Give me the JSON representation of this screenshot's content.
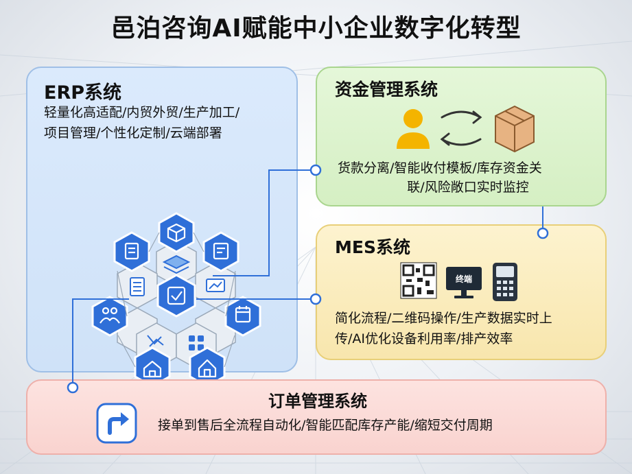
{
  "title": "邑泊咨询AI赋能中小企业数字化转型",
  "erp": {
    "title": "ERP系统",
    "desc_line1": "轻量化高适配/内贸外贸/生产加工/",
    "desc_line2": "项目管理/个性化定制/云端部署"
  },
  "fund": {
    "title": "资金管理系统",
    "desc_line1": "货款分离/智能收付模板/库存资金关",
    "desc_line2": "联/风险敞口实时监控"
  },
  "mes": {
    "title": "MES系统",
    "terminal_label": "终端",
    "desc_line1": "简化流程/二维码操作/生产数据实时上",
    "desc_line2": "传/AI优化设备利用率/排产效率"
  },
  "order": {
    "title": "订单管理系统",
    "desc": "接单到售后全流程自动化/智能匹配库存产能/缩短交付周期"
  },
  "colors": {
    "hex_blue": "#2f6fd8",
    "hex_light": "#e9eef4",
    "connector": "#2f6fd8"
  }
}
